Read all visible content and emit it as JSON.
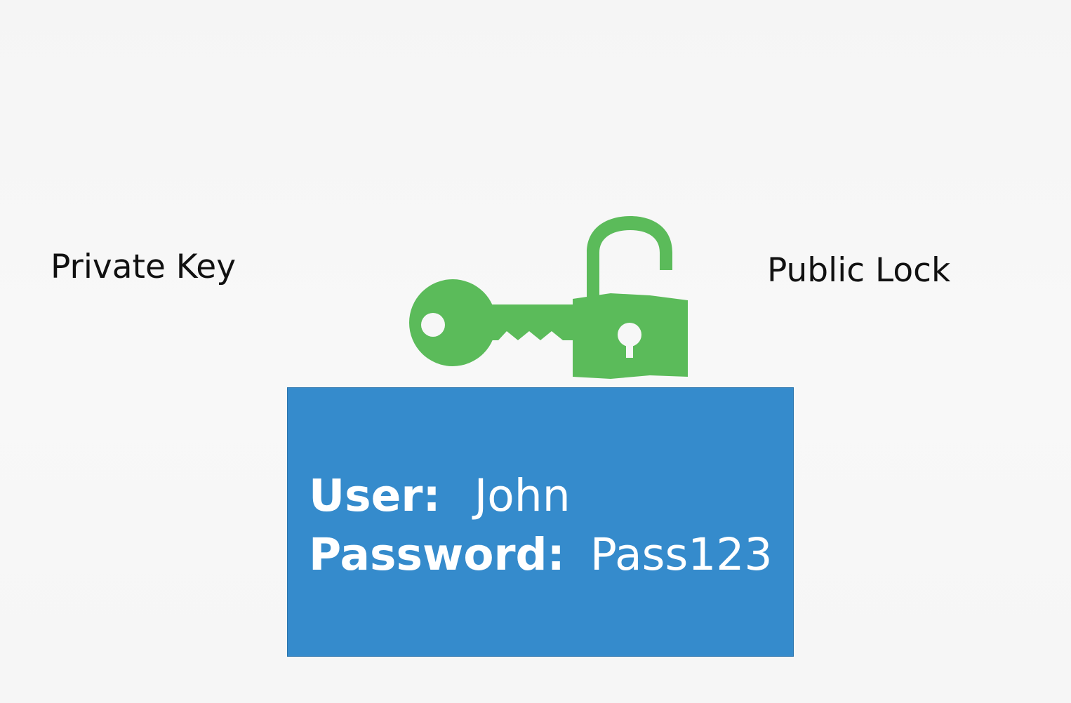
{
  "labels": {
    "private_key": "Private Key",
    "public_lock": "Public Lock"
  },
  "credentials": {
    "user_label": "User:",
    "user_value": "John",
    "password_label": "Password:",
    "password_value": "Pass123"
  },
  "colors": {
    "icon_green": "#5bbb5a",
    "box_blue": "#358bcc"
  },
  "icons": {
    "key": "key-icon",
    "lock": "open-padlock-icon"
  }
}
